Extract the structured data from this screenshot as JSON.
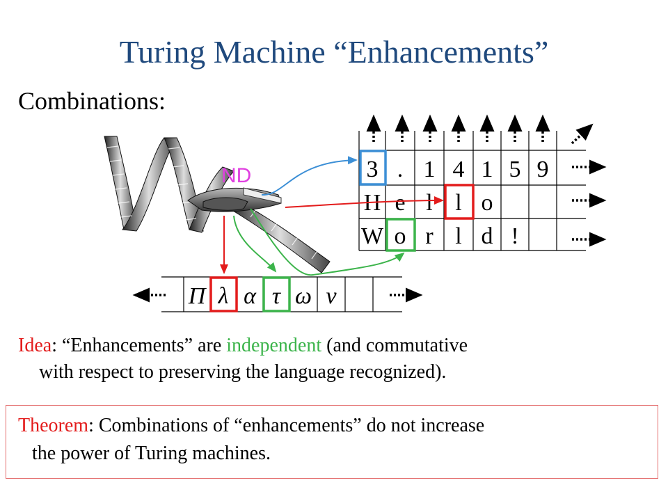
{
  "title": "Turing Machine “Enhancements”",
  "subtitle": "Combinations:",
  "nd_label": "ND",
  "tapes": {
    "row1": [
      "3",
      ".",
      "1",
      "4",
      "1",
      "5",
      "9"
    ],
    "row2": [
      "H",
      "e",
      "l",
      "l",
      "o"
    ],
    "row3": [
      "W",
      "o",
      "r",
      "l",
      "d",
      "!"
    ],
    "bottom": [
      "Π",
      "λ",
      "α",
      "τ",
      "ω",
      "ν"
    ]
  },
  "idea": {
    "label": "Idea",
    "sep": ": ",
    "q1": "“Enhancements” are ",
    "highlight": "independent",
    "rest1": " (and commutative",
    "line2": "with respect to preserving the language recognized)."
  },
  "theorem": {
    "label": "Theorem",
    "line1": ": Combinations of “enhancements” do not increase",
    "line2": "the power of Turing machines."
  },
  "colors": {
    "title": "#1f497d",
    "red": "#e31c1c",
    "green": "#3cb44b",
    "blue": "#3c8fd6",
    "magenta": "#e040e0"
  }
}
